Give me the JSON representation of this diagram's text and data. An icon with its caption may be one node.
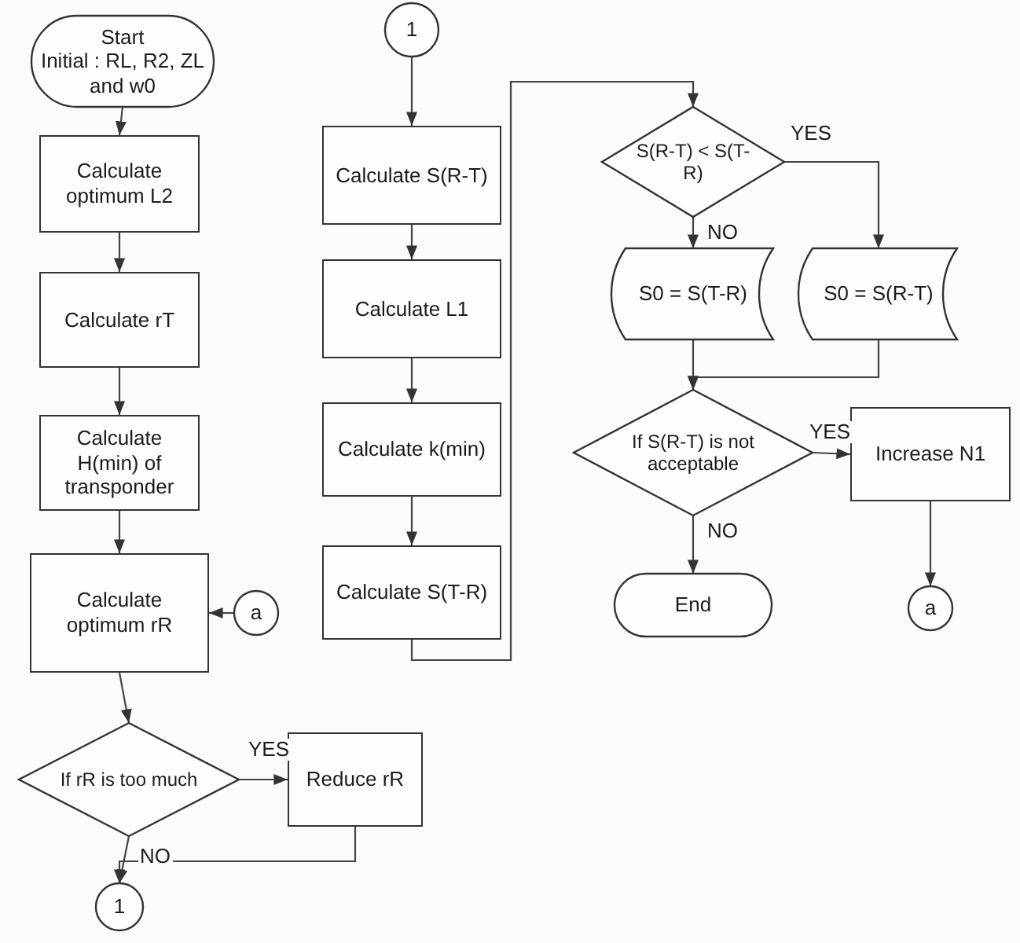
{
  "diagram": {
    "nodes": [
      {
        "text": [
          "Start",
          "Initial : RL, R2, ZL and w0"
        ]
      },
      {
        "text": [
          "Calculate optimum L2"
        ]
      },
      {
        "text": [
          "Calculate rT"
        ]
      },
      {
        "text": [
          "Calculate H(min) of transponder"
        ]
      },
      {
        "text": [
          "Calculate optimum rR"
        ]
      },
      {
        "text": [
          "a"
        ]
      },
      {
        "text": [
          "If rR is too much"
        ]
      },
      {
        "text": [
          "Reduce rR"
        ]
      },
      {
        "text": [
          "1"
        ]
      },
      {
        "text": [
          "1"
        ]
      },
      {
        "text": [
          "Calculate S(R-T)"
        ]
      },
      {
        "text": [
          "Calculate L1"
        ]
      },
      {
        "text": [
          "Calculate k(min)"
        ]
      },
      {
        "text": [
          "Calculate S(T-R)"
        ]
      },
      {
        "text": [
          "S(R-T) < S(T-R)"
        ]
      },
      {
        "text": [
          "S0 = S(T-R)"
        ]
      },
      {
        "text": [
          "S0 = S(R-T)"
        ]
      },
      {
        "text": [
          "If S(R-T) is not acceptable"
        ]
      },
      {
        "text": [
          "Increase N1"
        ]
      },
      {
        "text": [
          "End"
        ]
      },
      {
        "text": [
          "a"
        ]
      }
    ],
    "edges": [
      {
        "from": 0,
        "to": 1,
        "arrow": "to"
      },
      {
        "from": 1,
        "to": 2,
        "arrow": "to"
      },
      {
        "from": 2,
        "to": 3,
        "arrow": "to"
      },
      {
        "from": 3,
        "to": 4,
        "arrow": "to"
      },
      {
        "from": 5,
        "to": 4,
        "arrow": "to"
      },
      {
        "from": 4,
        "to": 6,
        "arrow": "to"
      },
      {
        "from": 6,
        "to": 7,
        "arrow": "to",
        "label": "YES"
      },
      {
        "from": 6,
        "to": 8,
        "arrow": "to",
        "label": "NO"
      },
      {
        "from": 7,
        "to": 8,
        "arrow": "to"
      },
      {
        "from": 9,
        "to": 10,
        "arrow": "to"
      },
      {
        "from": 10,
        "to": 11,
        "arrow": "to"
      },
      {
        "from": 11,
        "to": 12,
        "arrow": "to"
      },
      {
        "from": 12,
        "to": 13,
        "arrow": "to"
      },
      {
        "from": 13,
        "to": 14,
        "arrow": "to"
      },
      {
        "from": 14,
        "to": 15,
        "arrow": "to",
        "label": "NO"
      },
      {
        "from": 14,
        "to": 16,
        "arrow": "to",
        "label": "YES"
      },
      {
        "from": 15,
        "to": 17,
        "arrow": "to"
      },
      {
        "from": 16,
        "to": 17,
        "arrow": "to"
      },
      {
        "from": 17,
        "to": 18,
        "arrow": "to",
        "label": "YES"
      },
      {
        "from": 17,
        "to": 19,
        "arrow": "to",
        "label": "NO"
      },
      {
        "from": 18,
        "to": 20,
        "arrow": "to"
      }
    ]
  }
}
